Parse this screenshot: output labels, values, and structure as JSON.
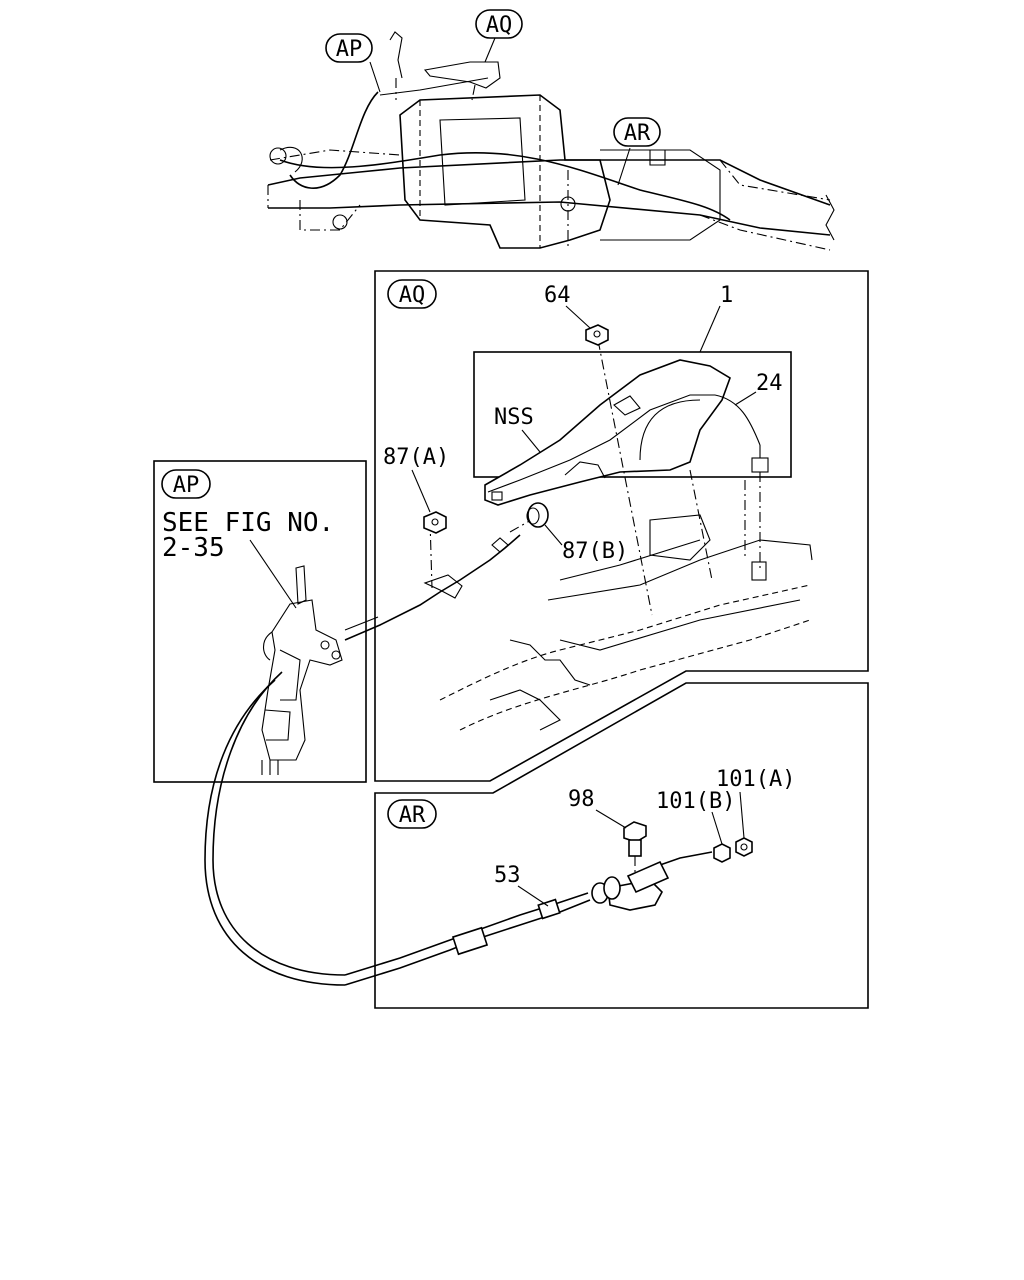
{
  "overview": {
    "callouts": [
      "AP",
      "AQ",
      "AR"
    ]
  },
  "panels": {
    "ap": {
      "tag": "AP",
      "note_line1": "SEE FIG NO.",
      "note_line2": "2-35"
    },
    "aq": {
      "tag": "AQ",
      "labels": {
        "p64": "64",
        "p1": "1",
        "p24": "24",
        "nss": "NSS",
        "p87a": "87(A)",
        "p87b": "87(B)"
      }
    },
    "ar": {
      "tag": "AR",
      "labels": {
        "p98": "98",
        "p101b": "101(B)",
        "p101a": "101(A)",
        "p53": "53"
      }
    }
  }
}
